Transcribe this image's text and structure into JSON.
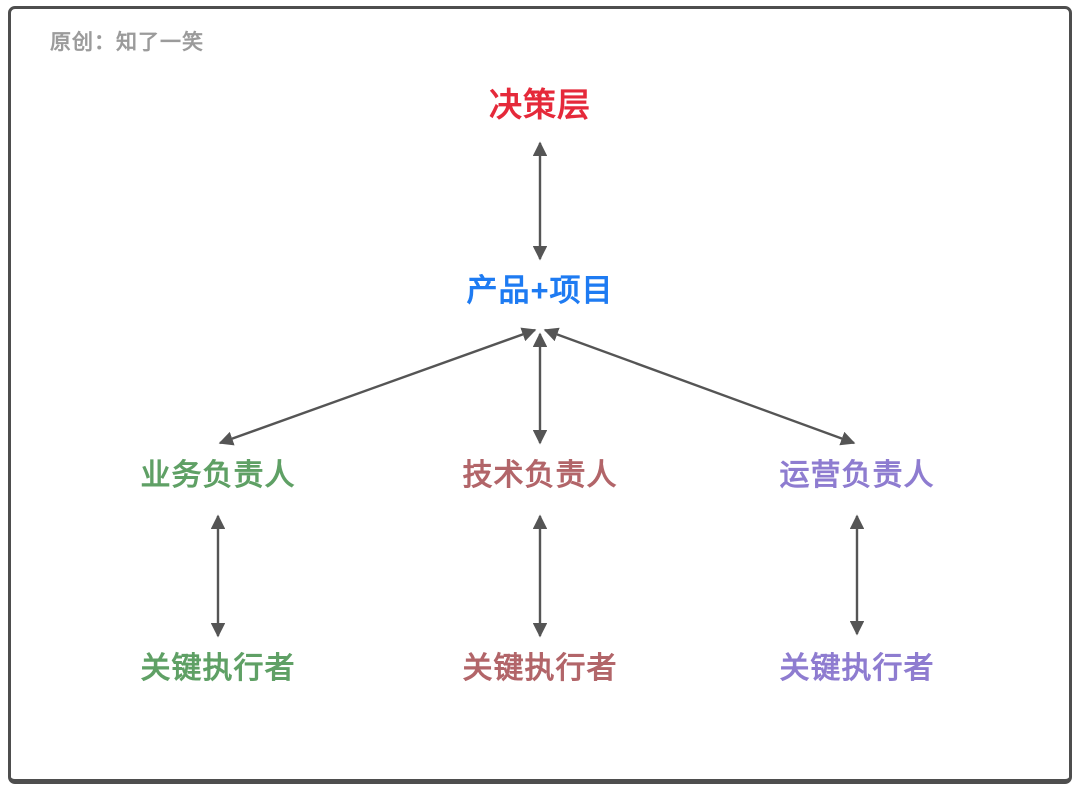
{
  "meta": {
    "watermark": "原创：知了一笑"
  },
  "palette": {
    "red": "#E5293A",
    "blue": "#1E7BF2",
    "green": "#5FA065",
    "maroon": "#B26569",
    "purple": "#8E7CD0",
    "arrow": "#555555",
    "watermark_gray": "#9B9B9B",
    "border_gray": "#4E4E4E"
  },
  "diagram": {
    "nodes": [
      {
        "id": "decision-layer",
        "label": "决策层",
        "color": "#E5293A"
      },
      {
        "id": "product-project",
        "label": "产品+项目",
        "color": "#1E7BF2"
      },
      {
        "id": "business-lead",
        "label": "业务负责人",
        "color": "#5FA065"
      },
      {
        "id": "tech-lead",
        "label": "技术负责人",
        "color": "#B26569"
      },
      {
        "id": "ops-lead",
        "label": "运营负责人",
        "color": "#8E7CD0"
      },
      {
        "id": "business-executor",
        "label": "关键执行者",
        "color": "#5FA065"
      },
      {
        "id": "tech-executor",
        "label": "关键执行者",
        "color": "#B26569"
      },
      {
        "id": "ops-executor",
        "label": "关键执行者",
        "color": "#8E7CD0"
      }
    ],
    "edges": [
      {
        "from": "decision-layer",
        "to": "product-project",
        "style": "bidirectional-arrow"
      },
      {
        "from": "product-project",
        "to": "business-lead",
        "style": "bidirectional-arrow"
      },
      {
        "from": "product-project",
        "to": "tech-lead",
        "style": "bidirectional-arrow"
      },
      {
        "from": "product-project",
        "to": "ops-lead",
        "style": "bidirectional-arrow"
      },
      {
        "from": "business-lead",
        "to": "business-executor",
        "style": "bidirectional-arrow"
      },
      {
        "from": "tech-lead",
        "to": "tech-executor",
        "style": "bidirectional-arrow"
      },
      {
        "from": "ops-lead",
        "to": "ops-executor",
        "style": "bidirectional-arrow"
      }
    ]
  }
}
